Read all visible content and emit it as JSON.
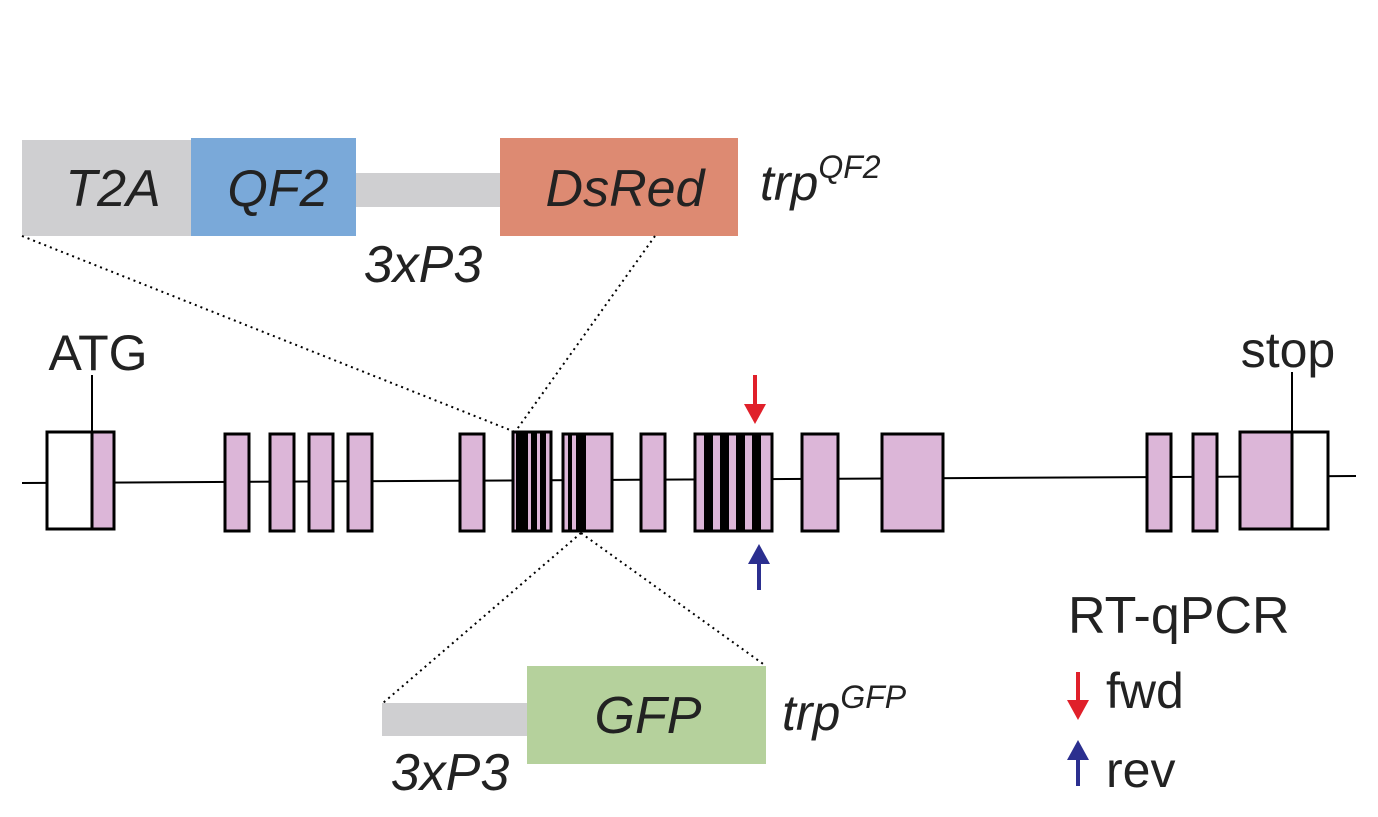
{
  "cassette_qf2": {
    "t2a_label": "T2A",
    "qf2_label": "QF2",
    "dsred_label": "DsRed",
    "promoter_label": "3xP3",
    "allele_base": "trp",
    "allele_sup": "QF2"
  },
  "gene": {
    "start_label": "ATG",
    "stop_label": "stop"
  },
  "cassette_gfp": {
    "gfp_label": "GFP",
    "promoter_label": "3xP3",
    "allele_base": "trp",
    "allele_sup": "GFP"
  },
  "legend": {
    "title": "RT-qPCR",
    "fwd_label": "fwd",
    "rev_label": "rev"
  },
  "colors": {
    "t2a": "#cfcfd1",
    "qf2": "#7aa9d9",
    "dsred": "#dd8a72",
    "gfp": "#b5d19c",
    "linker": "#cfcfd1",
    "exon": "#dcb6d8",
    "fwd_arrow": "#e0202a",
    "rev_arrow": "#2b2f8f"
  }
}
